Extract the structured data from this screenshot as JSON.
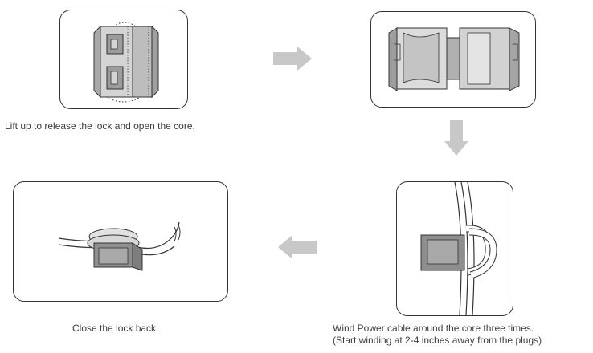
{
  "steps": [
    {
      "caption": "Lift up to release the lock and open the core."
    },
    {
      "caption": ""
    },
    {
      "caption": "Wind Power cable around the core three times."
    },
    {
      "caption": "Close the lock back."
    }
  ],
  "step3_note": "(Start winding at 2-4 inches away from the plugs)",
  "colors": {
    "border": "#333333",
    "arrow": "#c8c8c8",
    "text": "#3c3c3c"
  },
  "icons": [
    "ferrite-core-closed-icon",
    "ferrite-core-open-icon",
    "cable-winding-icon",
    "core-locked-on-cable-icon",
    "arrow-right-icon",
    "arrow-down-icon",
    "arrow-left-icon"
  ]
}
